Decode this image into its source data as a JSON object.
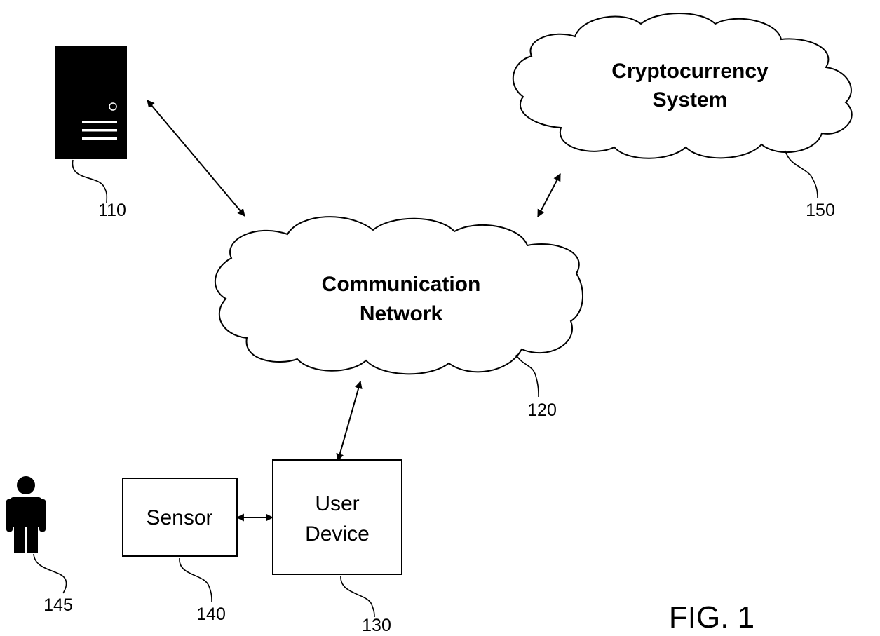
{
  "diagram": {
    "nodes": {
      "server": {
        "icon": "server-tower-icon",
        "ref": "110"
      },
      "network": {
        "line1": "Communication",
        "line2": "Network",
        "ref": "120"
      },
      "crypto": {
        "line1": "Cryptocurrency",
        "line2": "System",
        "ref": "150"
      },
      "user_device": {
        "line1": "User",
        "line2": "Device",
        "ref": "130"
      },
      "sensor": {
        "label": "Sensor",
        "ref": "140"
      },
      "person": {
        "icon": "person-icon",
        "ref": "145"
      }
    },
    "connections": [
      {
        "from": "server",
        "to": "network",
        "type": "bidirectional"
      },
      {
        "from": "network",
        "to": "crypto",
        "type": "bidirectional"
      },
      {
        "from": "network",
        "to": "user_device",
        "type": "bidirectional"
      },
      {
        "from": "sensor",
        "to": "user_device",
        "type": "bidirectional"
      }
    ],
    "figure_label": "FIG. 1"
  }
}
